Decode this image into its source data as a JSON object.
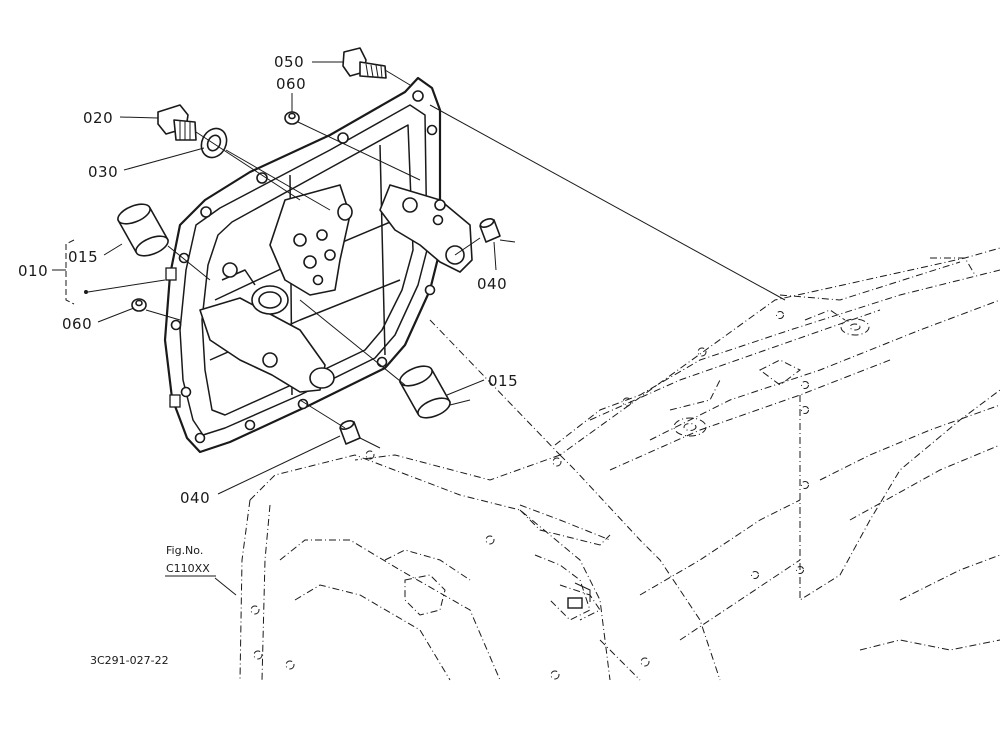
{
  "callouts": {
    "p050": "050",
    "p060_top": "060",
    "p020": "020",
    "p030": "030",
    "p010": "010",
    "p015_left": "015",
    "p060_left": "060",
    "p040_right": "040",
    "p015_right": "015",
    "p040_bottom": "040"
  },
  "figure_ref": {
    "label": "Fig.No.",
    "number": "C110XX"
  },
  "drawing_code": "3C291-027-22"
}
